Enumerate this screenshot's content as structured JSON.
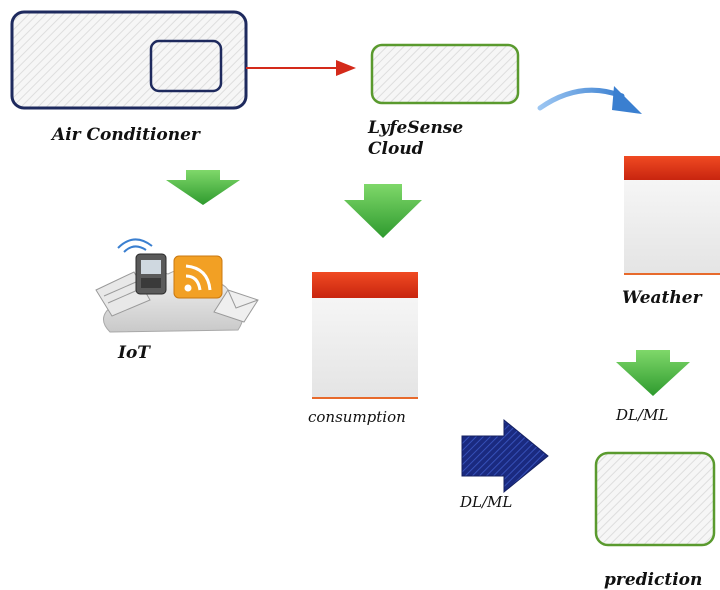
{
  "labels": {
    "air_conditioner": "Air Conditioner",
    "cloud_line1": "LyfeSense",
    "cloud_line2": "Cloud",
    "weather": "Weather",
    "iot": "IoT",
    "consumption": "consumption",
    "dlml_right": "DL/ML",
    "dlml_left": "DL/ML",
    "prediction": "prediction"
  },
  "colors": {
    "ac_border": "#1e2a5e",
    "cloud_border": "#5a9a2e",
    "doc_header": "#e0341c",
    "doc_bottom_line": "#e76a2c",
    "green_arrow": "#3aa83a",
    "red_arrow": "#d42a1a",
    "blue_curve_arrow": "#4a8fd8",
    "navy_arrow": "#1a2a80"
  },
  "icons": {
    "air_conditioner": "air-conditioner-box-icon",
    "cloud": "cloud-box-icon",
    "iot": "iot-devices-cloud-icon",
    "doc": "document-icon"
  }
}
